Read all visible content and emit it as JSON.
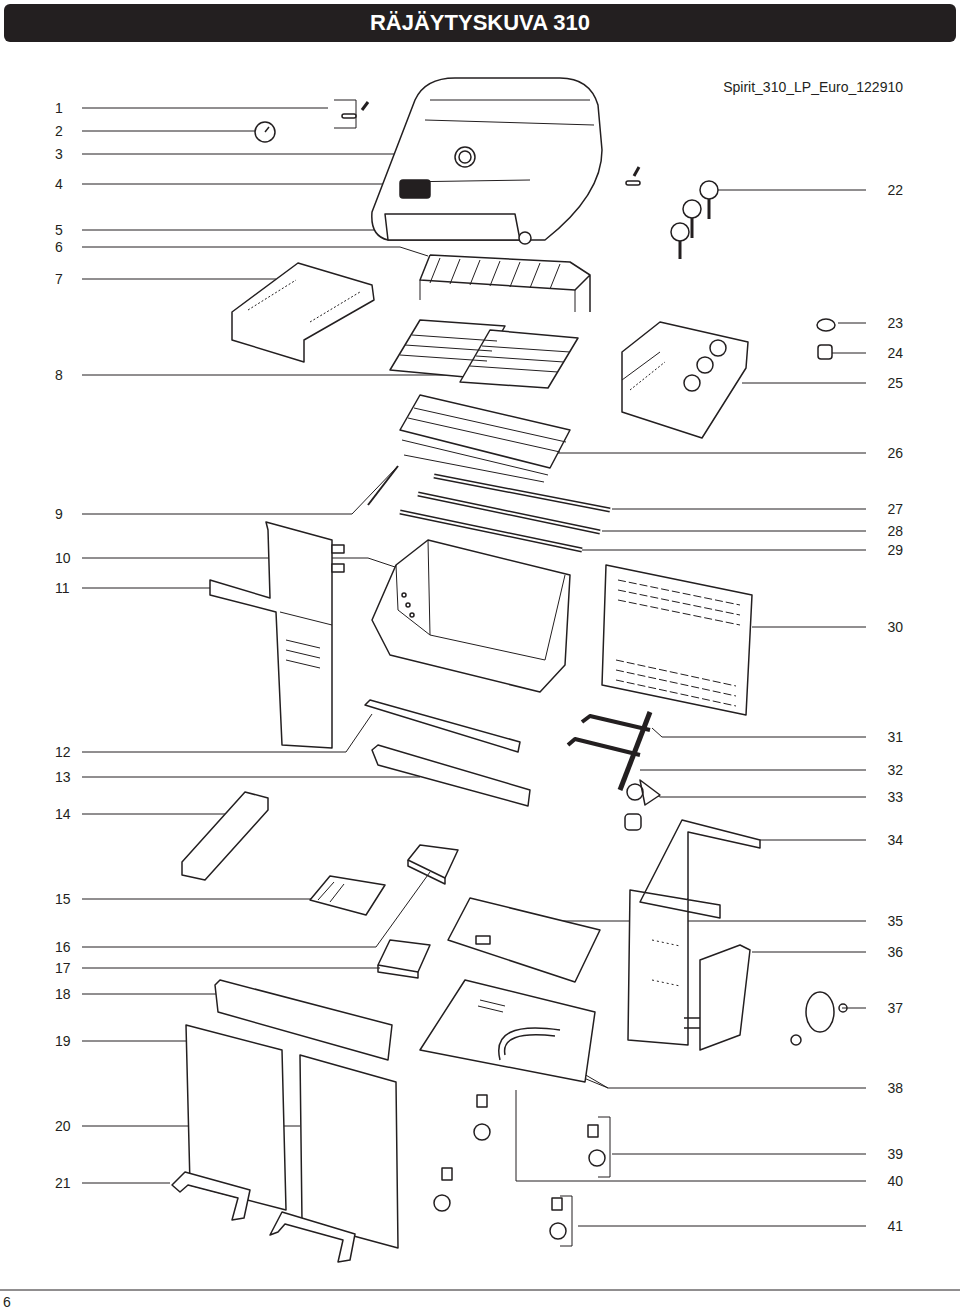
{
  "diagram": {
    "title": "RÄJÄYTYSKUVA 310",
    "labels": [
      "Spirit_310_LP_Euro_122910",
      "1",
      "2",
      "3",
      "4",
      "5",
      "6",
      "7",
      "8",
      "9",
      "10",
      "11",
      "12",
      "13",
      "14",
      "15",
      "16",
      "17",
      "18",
      "19",
      "20",
      "21",
      "22",
      "23",
      "24",
      "25",
      "26",
      "27",
      "28",
      "29",
      "30",
      "31",
      "32",
      "33",
      "34",
      "35",
      "36",
      "37",
      "38",
      "39",
      "40",
      "41",
      "6"
    ]
  }
}
